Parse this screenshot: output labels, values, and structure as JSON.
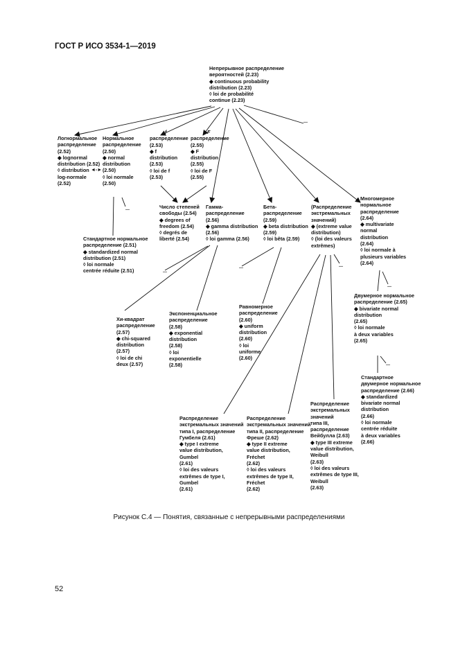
{
  "header": "ГОСТ Р ИСО 3534-1—2019",
  "caption": "Рисунок С.4 — Понятия, связанные с непрерывными распределениями",
  "page_number": "52",
  "ellipsis": "...",
  "arrows": {
    "left": "◄-►"
  },
  "nodes": {
    "root": [
      "Непрерывное распределение",
      "вероятностей (2.23)",
      "◆ continuous probability",
      "distribution (2.23)",
      "◊ loi de probabilité",
      "continue (2.23)"
    ],
    "lognormal": [
      "Логнормальное",
      "распределение",
      "(2.52)",
      "◆ lognormal",
      "distribution (2.52)",
      "◊ distribution",
      "log-normale",
      "(2.52)"
    ],
    "normal": [
      "Нормальное",
      "распределение",
      "(2.50)",
      "◆ normal",
      "distribution",
      "(2.50)",
      "◊ loi normale",
      "(2.50)"
    ],
    "f_dist": [
      "f",
      "распределение",
      "(2.53)",
      "◆ f",
      "distribution",
      "(2.53)",
      "◊ loi de f",
      "(2.53)"
    ],
    "F_dist": [
      "F",
      "распределение",
      "(2.55)",
      "◆ F",
      "distribution",
      "(2.55)",
      "◊ loi de F",
      "(2.55)"
    ],
    "dof": [
      "Число степеней",
      "свободы (2.54)",
      "◆ degrees of",
      "freedom (2.54)",
      "◊ degrés de",
      "liberté (2.54)"
    ],
    "gamma": [
      "Гамма-",
      "распределение",
      "(2.56)",
      "◆ gamma distribution",
      "(2.56)",
      "◊ loi gamma (2.56)"
    ],
    "beta": [
      "Бета-",
      "распределение",
      "(2.59)",
      "◆ beta distribution",
      "(2.59)",
      "◊ loi bêta (2.59)"
    ],
    "extreme": [
      "(Распределение",
      "экстремальных",
      "значений)",
      "◆ (extreme value",
      "distribution)",
      "◊ (loi des valeurs",
      "extrêmes)"
    ],
    "multivariate": [
      "Многомерное",
      "нормальное",
      "распределение",
      "(2.64)",
      "◆ multivariate",
      "normal",
      "distribution",
      "(2.64)",
      "◊ loi normale à",
      "plusieurs variables",
      "(2.64)"
    ],
    "std_normal": [
      "Стандартное нормальное",
      "распределение (2.51)",
      "◆ standardized normal",
      "distribution (2.51)",
      "◊ loi normale",
      "centrée réduite (2.51)"
    ],
    "chi": [
      "Хи-квадрат",
      "распределение",
      "(2.57)",
      "◆ chi-squared",
      "distribution",
      "(2.57)",
      "◊ loi de chi",
      "deux (2.57)"
    ],
    "exponential": [
      "Экспоненциальное",
      "распределение",
      "(2.58)",
      "◆ exponential",
      "distribution",
      "(2.58)",
      "◊ loi",
      "exponentielle",
      "(2.58)"
    ],
    "uniform": [
      "Равномерное",
      "распределение",
      "(2.60)",
      "◆ uniform",
      "distribution",
      "(2.60)",
      "◊ loi",
      "uniforme",
      "(2.60)"
    ],
    "bivariate": [
      "Двумерное нормальное",
      "распределение (2.65)",
      "◆ bivariate normal",
      "distribution",
      "(2.65)",
      "◊ loi normale",
      "à deux variables",
      "(2.65)"
    ],
    "std_bivariate": [
      "Стандартное",
      "двумерное нормальное",
      "распределение (2.66)",
      "◆ standardized",
      "bivariate normal",
      "distribution",
      "(2.66)",
      "◊ loi normale",
      "centrée réduite",
      "à deux variables",
      "(2.66)"
    ],
    "type1": [
      "Распределение",
      "экстремальных значений",
      "типа I, распределение",
      "Гумбеля (2.61)",
      "◆ type I extreme",
      "value distribution,",
      "Gumbel",
      "(2.61)",
      "◊ loi des valeurs",
      "extrêmes de type I,",
      "Gumbel",
      "(2.61)"
    ],
    "type2": [
      "Распределение",
      "экстремальных значений",
      "типа II, распределение",
      "Фреше (2.62)",
      "◆ type II extreme",
      "value distribution,",
      "Fréchet",
      "(2.62)",
      "◊ loi des valeurs",
      "extrêmes de type II,",
      "Fréchet",
      "(2.62)"
    ],
    "type3": [
      "Распределение",
      "экстремальных",
      "значений",
      "типа III,",
      "распределение",
      "Вейбулла (2.63)",
      "◆ type III extreme",
      "value distribution,",
      "Weibull",
      "(2.63)",
      "◊ loi des valeurs",
      "extrêmes de type III,",
      "Weibull",
      "(2.63)"
    ]
  }
}
